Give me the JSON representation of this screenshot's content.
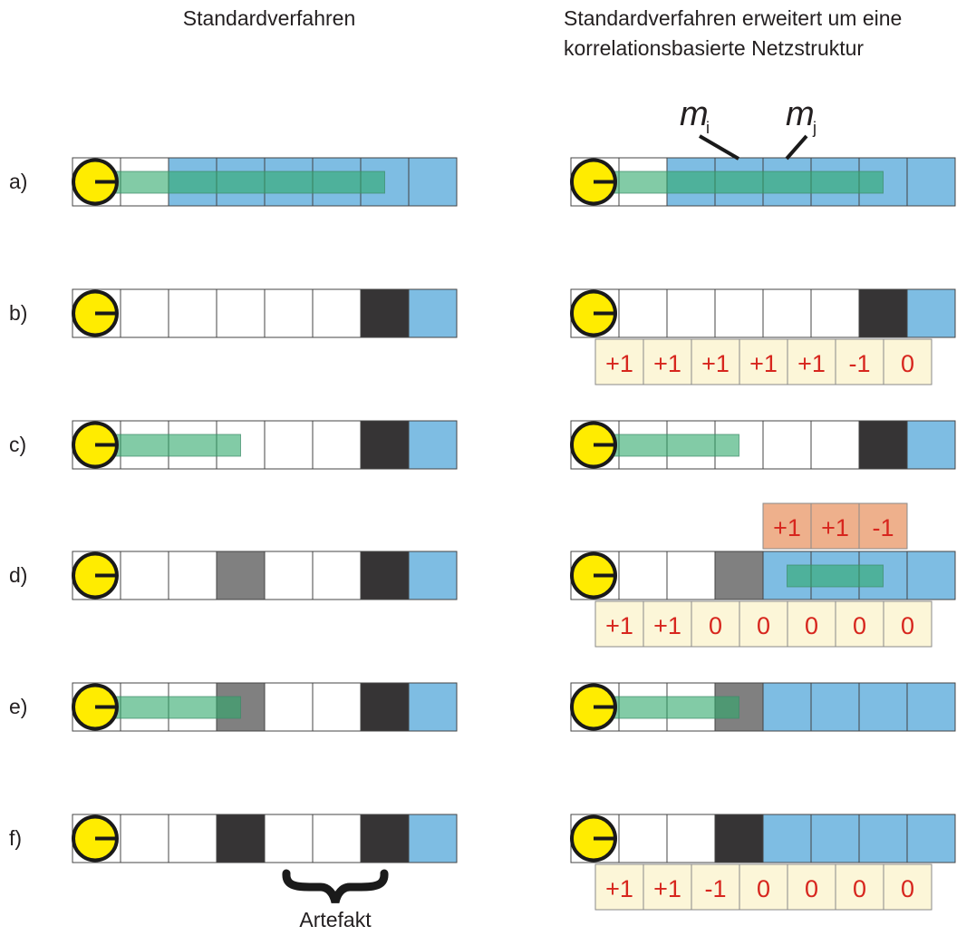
{
  "headers": {
    "left": "Standardverfahren",
    "right_line1": "Standardverfahren erweitert um eine",
    "right_line2": "korrelationsbasierte Netzstruktur"
  },
  "m_labels": {
    "i_main": "m",
    "i_sub": "i",
    "j_main": "m",
    "j_sub": "j"
  },
  "artefact_label": "Artefakt",
  "colors": {
    "empty": "#ffffff",
    "blue": "#7ebde3",
    "dark": "#363435",
    "grey": "#808080",
    "ray": "#2ea86b",
    "cream": "#fcf6d8",
    "salmon": "#eeb08c",
    "red_text": "#d7261e",
    "sensor": "#ffec00"
  },
  "rows": [
    {
      "label": "a)",
      "left": {
        "cells": [
          "empty",
          "blue",
          "blue",
          "blue",
          "blue",
          "blue",
          "blue"
        ],
        "ray": 5.5
      },
      "right": {
        "cells": [
          "empty",
          "blue",
          "blue",
          "blue",
          "blue",
          "blue",
          "blue"
        ],
        "ray": 5.5,
        "show_m": true
      }
    },
    {
      "label": "b)",
      "left": {
        "cells": [
          "empty",
          "empty",
          "empty",
          "empty",
          "empty",
          "dark",
          "blue"
        ]
      },
      "right": {
        "cells": [
          "empty",
          "empty",
          "empty",
          "empty",
          "empty",
          "dark",
          "blue"
        ],
        "below": [
          "+1",
          "+1",
          "+1",
          "+1",
          "+1",
          "-1",
          "0"
        ]
      }
    },
    {
      "label": "c)",
      "left": {
        "cells": [
          "empty",
          "empty",
          "empty",
          "empty",
          "empty",
          "dark",
          "blue"
        ],
        "ray": 2.5
      },
      "right": {
        "cells": [
          "empty",
          "empty",
          "empty",
          "empty",
          "empty",
          "dark",
          "blue"
        ],
        "ray": 2.5
      }
    },
    {
      "label": "d)",
      "left": {
        "cells": [
          "empty",
          "empty",
          "grey",
          "empty",
          "empty",
          "dark",
          "blue"
        ]
      },
      "right": {
        "cells": [
          "empty",
          "empty",
          "grey",
          "blue",
          "blue",
          "blue",
          "blue"
        ],
        "ray_from": 3.5,
        "ray_to": 5.5,
        "above": [
          "+1",
          "+1",
          "-1"
        ],
        "below": [
          "+1",
          "+1",
          "0",
          "0",
          "0",
          "0",
          "0"
        ]
      }
    },
    {
      "label": "e)",
      "left": {
        "cells": [
          "empty",
          "empty",
          "grey",
          "empty",
          "empty",
          "dark",
          "blue"
        ],
        "ray": 2.5
      },
      "right": {
        "cells": [
          "empty",
          "empty",
          "grey",
          "blue",
          "blue",
          "blue",
          "blue"
        ],
        "ray": 2.5
      }
    },
    {
      "label": "f)",
      "left": {
        "cells": [
          "empty",
          "empty",
          "dark",
          "empty",
          "empty",
          "dark",
          "blue"
        ],
        "brace": true
      },
      "right": {
        "cells": [
          "empty",
          "empty",
          "dark",
          "blue",
          "blue",
          "blue",
          "blue"
        ],
        "below": [
          "+1",
          "+1",
          "-1",
          "0",
          "0",
          "0",
          "0"
        ]
      }
    }
  ]
}
